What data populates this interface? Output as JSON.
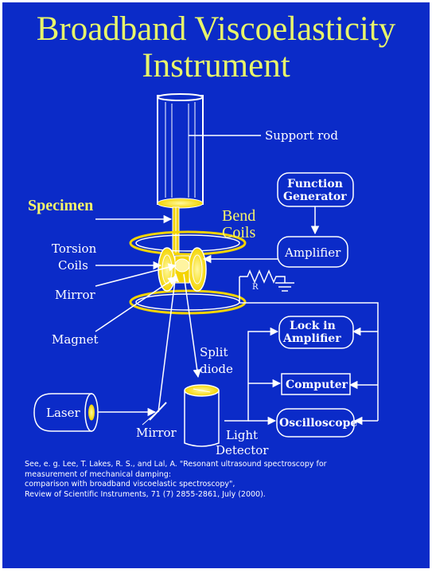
{
  "title": {
    "line1": "Broadband Viscoelasticity",
    "line2": "Instrument"
  },
  "labels": {
    "support_rod": "Support rod",
    "function_generator_1": "Function",
    "function_generator_2": "Generator",
    "specimen": "Specimen",
    "bend_coils_1": "Bend",
    "bend_coils_2": "Coils",
    "torsion_coils_1": "Torsion",
    "torsion_coils_2": "Coils",
    "amplifier": "Amplifier",
    "resistor": "R",
    "mirror_top": "Mirror",
    "magnet": "Magnet",
    "lock_in_amplifier_1": "Lock in",
    "lock_in_amplifier_2": "Amplifier",
    "split_diode_1": "Split",
    "split_diode_2": "diode",
    "computer": "Computer",
    "laser": "Laser",
    "oscilloscope": "Oscilloscope",
    "mirror_bottom": "Mirror",
    "light_detector_1": "Light",
    "light_detector_2": "Detector"
  },
  "citation": {
    "line1": "See, e. g. Lee, T. Lakes, R. S., and Lal, A. \"Resonant ultrasound spectroscopy for",
    "line2": "measurement of mechanical damping:",
    "line3": "comparison with broadband viscoelastic spectroscopy\",",
    "line4": "Review of Scientific Instruments, 71 (7) 2855-2861, July (2000)."
  },
  "colors": {
    "background": "#0b2bc8",
    "title": "#e8f56a",
    "lines": "#ffffff",
    "coils": "#f4d400"
  }
}
